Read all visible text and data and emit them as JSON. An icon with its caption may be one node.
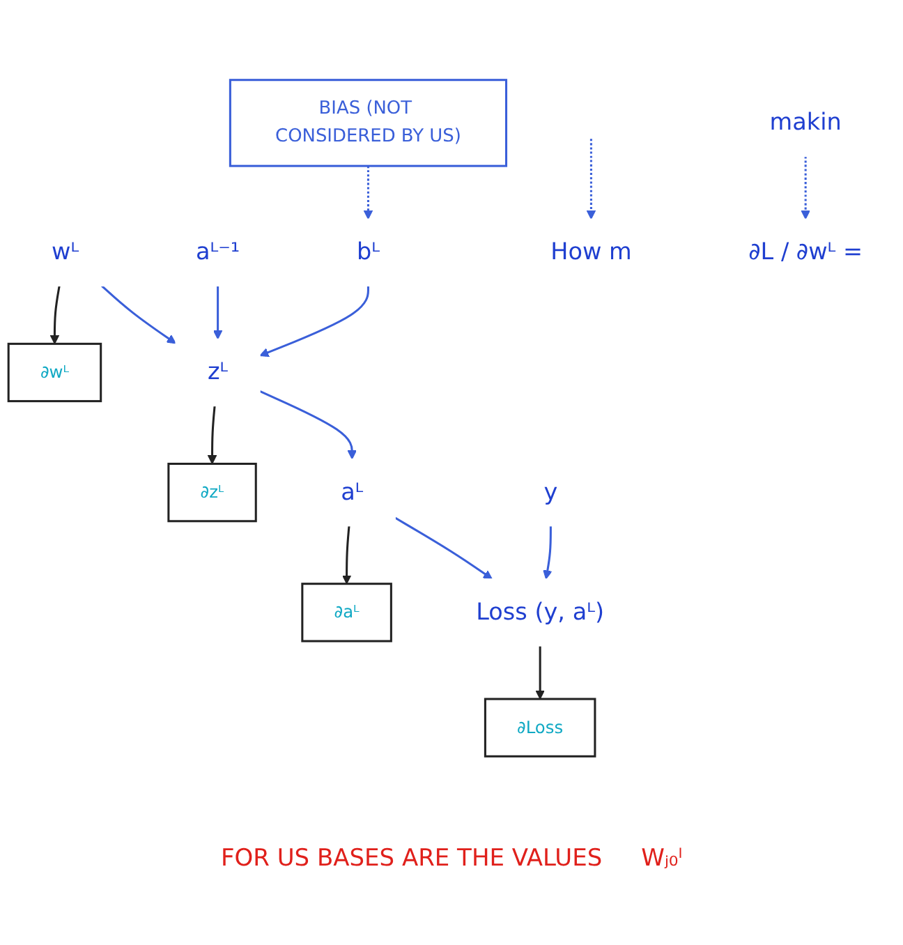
{
  "diagram": {
    "nodes": [
      {
        "text": [
          "∂wᴸ"
        ]
      },
      {
        "text": [
          "wᴸ"
        ]
      },
      {
        "text": [
          "aᴸ⁻¹"
        ]
      },
      {
        "text": [
          "bᴸ"
        ]
      },
      {
        "text": [
          "BIAS (NOT CONSIDERED BY US)"
        ]
      },
      {
        "text": [
          "zᴸ"
        ]
      },
      {
        "text": [
          "∂zᴸ"
        ]
      },
      {
        "text": [
          "y"
        ]
      },
      {
        "text": [
          "aᴸ"
        ]
      },
      {
        "text": [
          "∂aᴸ"
        ]
      },
      {
        "text": [
          "Loss (y, aᴸ)"
        ]
      },
      {
        "text": [
          "∂Loss"
        ]
      },
      {
        "text": [
          "How m"
        ]
      },
      {
        "text": [
          "makin"
        ]
      },
      {
        "text": [
          "∂L / ∂wᴸ ="
        ]
      }
    ],
    "edges": [
      {
        "from": 1,
        "to": 0,
        "arrow": "to",
        "color": "#222222"
      },
      {
        "from": 1,
        "to": 5,
        "arrow": "to"
      },
      {
        "from": 2,
        "to": 5,
        "arrow": "to"
      },
      {
        "from": 3,
        "to": 5,
        "arrow": "to"
      },
      {
        "from": 4,
        "to": 3,
        "arrow": "to",
        "style": "dashed"
      },
      {
        "from": 5,
        "to": 6,
        "arrow": "to",
        "color": "#222222"
      },
      {
        "from": 5,
        "to": 8,
        "arrow": "to"
      },
      {
        "from": 8,
        "to": 9,
        "arrow": "to",
        "color": "#222222"
      },
      {
        "from": 8,
        "to": 10,
        "arrow": "to"
      },
      {
        "from": 7,
        "to": 10,
        "arrow": "to"
      },
      {
        "from": 10,
        "to": 11,
        "arrow": "to",
        "color": "#222222"
      },
      {
        "from": null,
        "to": 12,
        "arrow": "to",
        "style": "dashed"
      },
      {
        "from": 13,
        "to": 14,
        "arrow": "to",
        "style": "dashed"
      }
    ],
    "labels": [
      "FOR US BASES ARE THE VALUES",
      "Wⱼ₀ˡ"
    ]
  }
}
